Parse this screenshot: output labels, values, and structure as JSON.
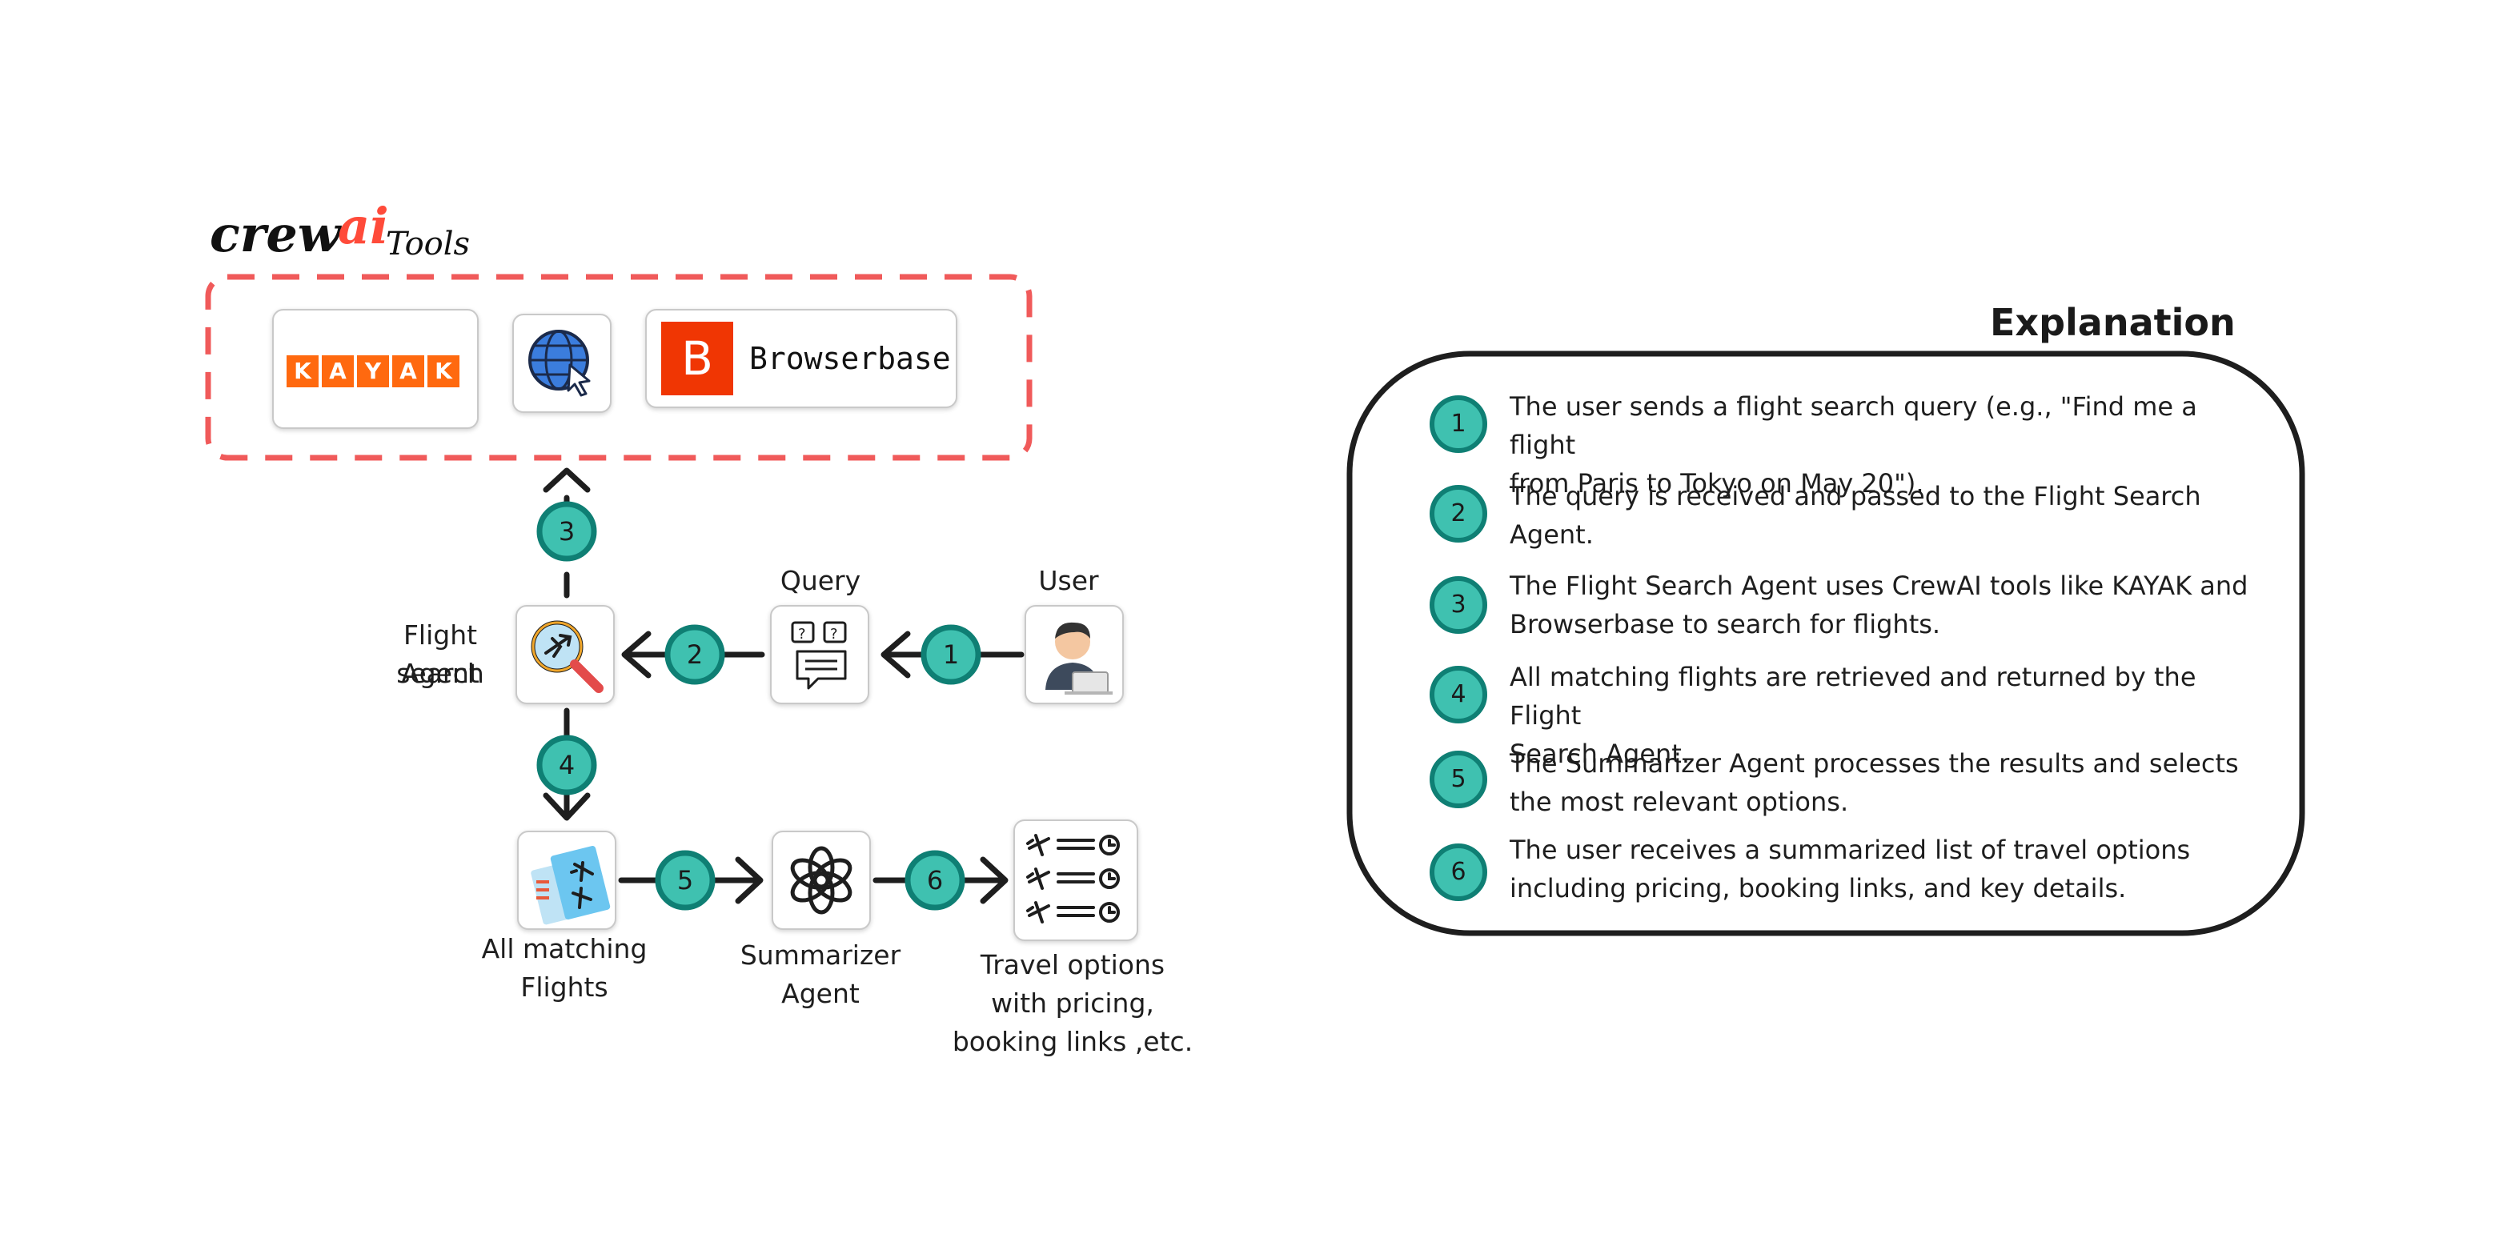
{
  "brand": {
    "name_part1": "crew",
    "name_part2": "ai",
    "suffix": "Tools"
  },
  "tools": {
    "kayak_letters": [
      "K",
      "A",
      "Y",
      "A",
      "K"
    ],
    "browserbase_mark": "B",
    "browserbase_label": "Browserbase"
  },
  "nodes": {
    "user": "User",
    "query": "Query",
    "flight_agent_line1": "Flight search",
    "flight_agent_line2": "Agent",
    "all_flights_line1": "All matching",
    "all_flights_line2": "Flights",
    "summarizer_line1": "Summarizer",
    "summarizer_line2": "Agent",
    "travel_line1": "Travel options",
    "travel_line2": "with pricing,",
    "travel_line3": "booking links ,etc."
  },
  "steps": [
    "1",
    "2",
    "3",
    "4",
    "5",
    "6"
  ],
  "explanation": {
    "title": "Explanation",
    "items": [
      {
        "num": "1",
        "line1": "The user sends a flight search query (e.g., \"Find me a flight",
        "line2": "from Paris to Tokyo on May 20\")."
      },
      {
        "num": "2",
        "line1": "The query is received and passed to the Flight Search",
        "line2": "Agent."
      },
      {
        "num": "3",
        "line1": "The Flight Search Agent uses CrewAI tools like KAYAK and",
        "line2": "Browserbase to search for flights."
      },
      {
        "num": "4",
        "line1": "All matching flights are retrieved and returned by the Flight",
        "line2": "Search Agent."
      },
      {
        "num": "5",
        "line1": "The Summarizer Agent processes the results and selects",
        "line2": "the most relevant options."
      },
      {
        "num": "6",
        "line1": "The user receives a summarized list of travel options",
        "line2": "including pricing, booking links, and key details."
      }
    ]
  },
  "colors": {
    "step_fill": "#3fc1b0",
    "step_stroke": "#0f7f74",
    "dashed_border": "#f05a5a",
    "kayak_orange": "#ff690f",
    "browserbase_red": "#f03603",
    "brand_red": "#ff4b3a"
  }
}
